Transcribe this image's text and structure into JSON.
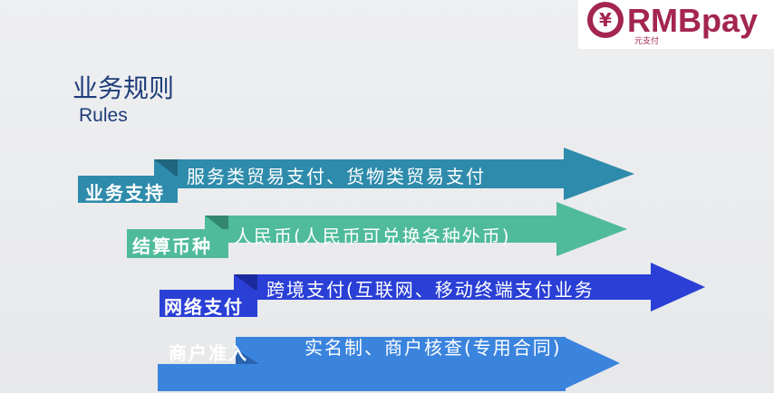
{
  "logo": {
    "brand": "RMBpay",
    "subtitle": "元支付",
    "seal_glyph": "¥",
    "color": "#a32550"
  },
  "title": {
    "cn": "业务规则",
    "en": "Rules"
  },
  "rows": [
    {
      "label": "业务支持",
      "text": "服务类贸易支付、货物类贸易支付",
      "color": "#2e8bab"
    },
    {
      "label": "结算币种",
      "text": "人民币(人民币可兑换各种外币)",
      "color": "#4fbb9a"
    },
    {
      "label": "网络支付",
      "text": "跨境支付(互联网、移动终端支付业务",
      "color": "#2a3fd6"
    },
    {
      "label": "商户准入",
      "text": "实名制、商户核查(专用合同)",
      "color": "#3b84de"
    }
  ]
}
